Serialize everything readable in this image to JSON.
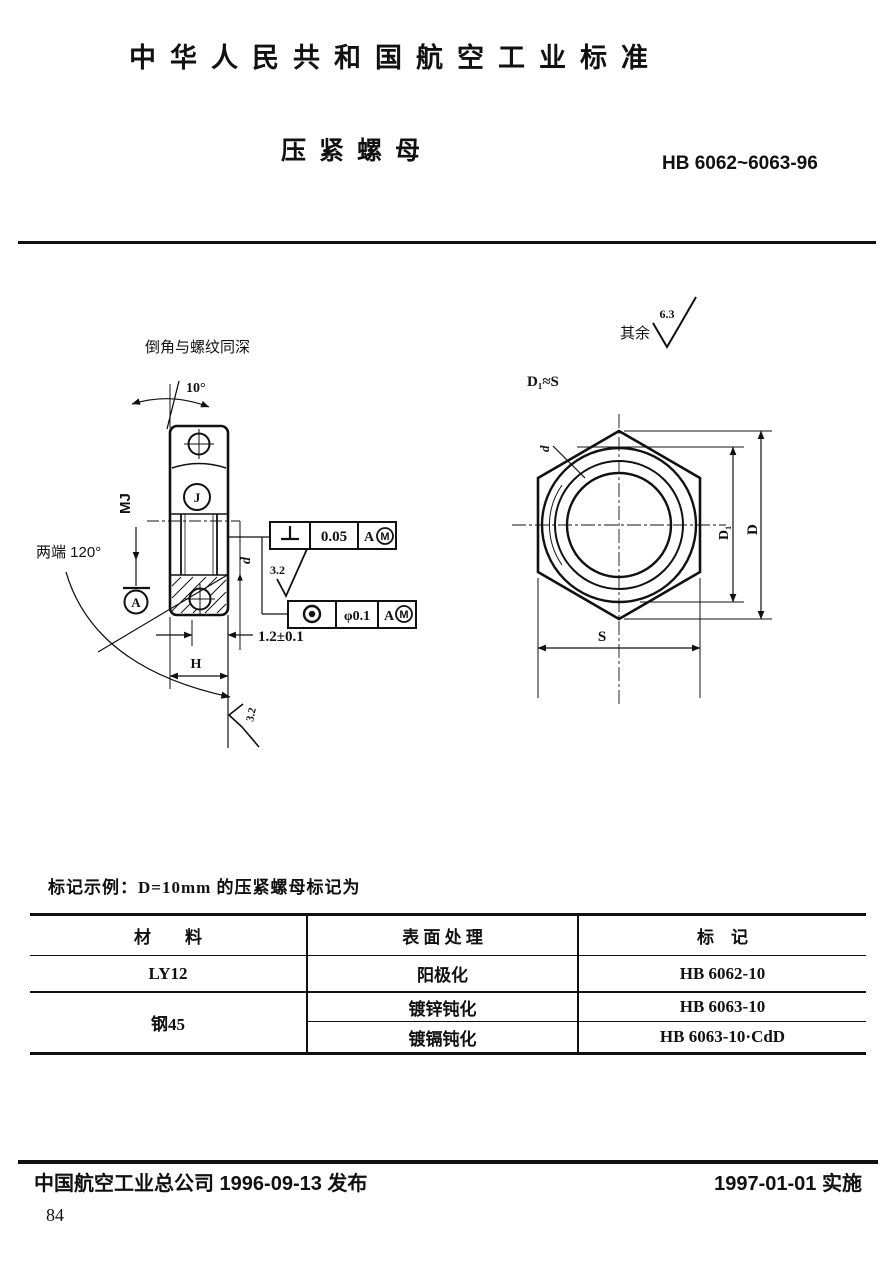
{
  "header": {
    "title": "中华人民共和国航空工业标准",
    "product_name": "压紧螺母",
    "standard_no": "HB 6062~6063-96"
  },
  "side_view": {
    "chamfer_note": "倒角与螺纹同深",
    "angle_label": "10°",
    "thread_label": "MJ",
    "ends_label": "两端 120°",
    "datum_letter": "A",
    "hole_letter": "J",
    "bore_dim": "d",
    "perp_tol": {
      "value": "0.05",
      "datum": "A",
      "modifier": "M"
    },
    "conc_tol": {
      "value": "φ0.1",
      "datum": "A",
      "modifier": "M"
    },
    "rough_side": "3.2",
    "rough_bottom": "3.2",
    "face_dim": "1.2±0.1",
    "height_dim": "H"
  },
  "front_view": {
    "others_label": "其余",
    "others_rough": "6.3",
    "relation_note": "D₁≈S",
    "bore_dim": "d",
    "washer_dia": "D₁",
    "corner_dia": "D",
    "flats_dim": "S"
  },
  "example_line": "标记示例：D=10mm 的压紧螺母标记为",
  "table": {
    "headers": {
      "material": "材　　料",
      "surface": "表 面 处 理",
      "marking": "标　记"
    },
    "rows": [
      {
        "material": "LY12",
        "surface": "阳极化",
        "marking": "HB 6062-10"
      },
      {
        "material": "钢45",
        "surface": "镀锌钝化",
        "marking": "HB 6063-10"
      },
      {
        "material": "",
        "surface": "镀镉钝化",
        "marking": "HB 6063-10·CdD"
      }
    ]
  },
  "footer": {
    "issue": "中国航空工业总公司 1996-09-13 发布",
    "implement": "1997-01-01 实施",
    "page_number": "84"
  }
}
